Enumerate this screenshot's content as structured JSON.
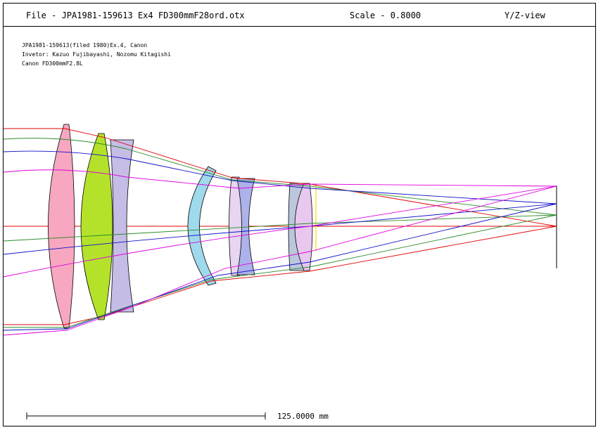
{
  "header": {
    "file": "File - JPA1981-159613 Ex4 FD300mmF28ord.otx",
    "scale": "Scale - 0.8000",
    "view": "Y/Z-view"
  },
  "info": {
    "line1": "JPA1981-159613(filed 1980)Ex.4, Canon",
    "line2": "Invetor: Kazuo Fujibayashi, Nozomu Kitagishi",
    "line3": "Canon FD300mmF2.8L"
  },
  "scalebar": {
    "label": "125.0000 mm"
  },
  "colors": {
    "ray_red": "#e00000",
    "ray_green": "#2a8a2a",
    "ray_blue": "#1010c8",
    "ray_magenta": "#e000e0",
    "lens1": "#f7a7c0",
    "lens2": "#b4e22a",
    "lens3": "#c6bde6",
    "lens4": "#9fd9ec",
    "lens5": "#e6d6f2",
    "lens6": "#aeb2ea",
    "lens7": "#bcc6dc",
    "lens8": "#e8c8ee",
    "stop": "#ffe040"
  }
}
